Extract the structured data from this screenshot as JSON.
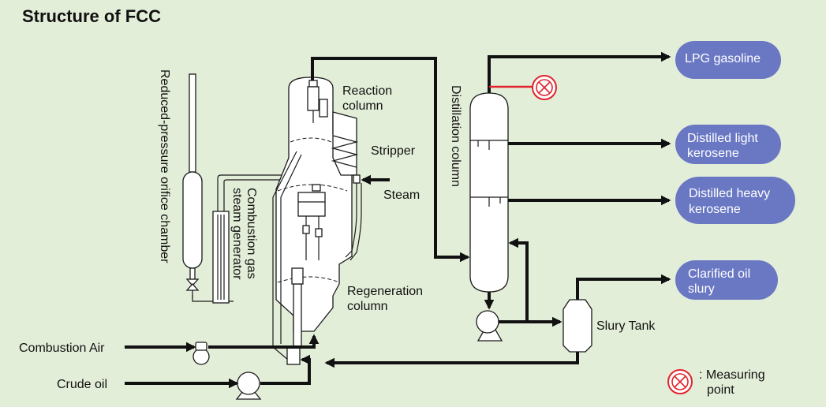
{
  "title": "Structure of FCC",
  "labels": {
    "reduced_pressure_orifice_chamber": "Reduced-pressure orifice chamber",
    "combustion_gas_steam_generator_line1": "Combustion gas",
    "combustion_gas_steam_generator_line2": "steam generator",
    "reaction_column_line1": "Reaction",
    "reaction_column_line2": "column",
    "stripper": "Stripper",
    "steam": "Steam",
    "regeneration_column_line1": "Regeneration",
    "regeneration_column_line2": "column",
    "distillation_column": "Distillation column",
    "combustion_air": "Combustion Air",
    "crude_oil": "Crude oil",
    "slury_tank": "Slury Tank"
  },
  "products": [
    {
      "line1": "LPG gasoline",
      "line2": ""
    },
    {
      "line1": "Distilled light",
      "line2": "kerosene"
    },
    {
      "line1": "Distilled heavy",
      "line2": "kerosene"
    },
    {
      "line1": "Clarified oil",
      "line2": "slury"
    }
  ],
  "legend": {
    "line1": ": Measuring",
    "line2": "point",
    "icon": "measuring-point-icon"
  },
  "colors": {
    "background": "#e3eed9",
    "product_pill": "#6a78c4",
    "measuring_point": "#e0242c",
    "flow_line": "#111111"
  }
}
